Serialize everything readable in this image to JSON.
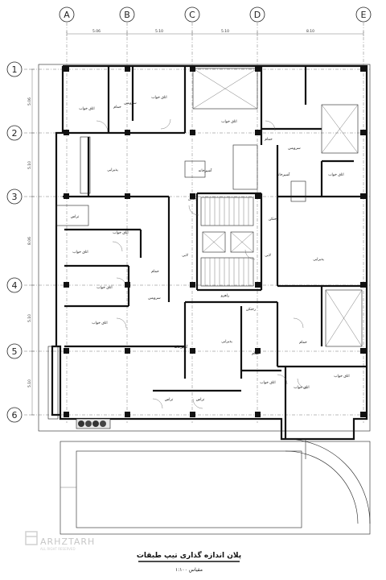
{
  "grid": {
    "letters": [
      "A",
      "B",
      "C",
      "D",
      "E"
    ],
    "numbers": [
      "1",
      "2",
      "3",
      "4",
      "5",
      "6"
    ]
  },
  "dimensions": {
    "top": [
      "5.06",
      "5.10",
      "5.10",
      "8.10"
    ],
    "left": [
      "5.06",
      "5.10",
      "8.06",
      "5.10",
      "5.10"
    ]
  },
  "rooms": {
    "bedroom": "اتاق خواب",
    "kitchen": "آشپزخانه",
    "reception": "پذیرایی",
    "bath": "حمام",
    "wc": "سرویس",
    "terrace": "تراس",
    "laundry": "رختکن",
    "hall": "راهرو",
    "lobby": "لابی"
  },
  "title": "پلان اندازه گذاری تیپ طبقات",
  "scale": "مقیاس ۱:۱۰۰",
  "watermark": {
    "brand": "ARHZTARH",
    "sub": "ALL RIGHT RESERVED"
  }
}
